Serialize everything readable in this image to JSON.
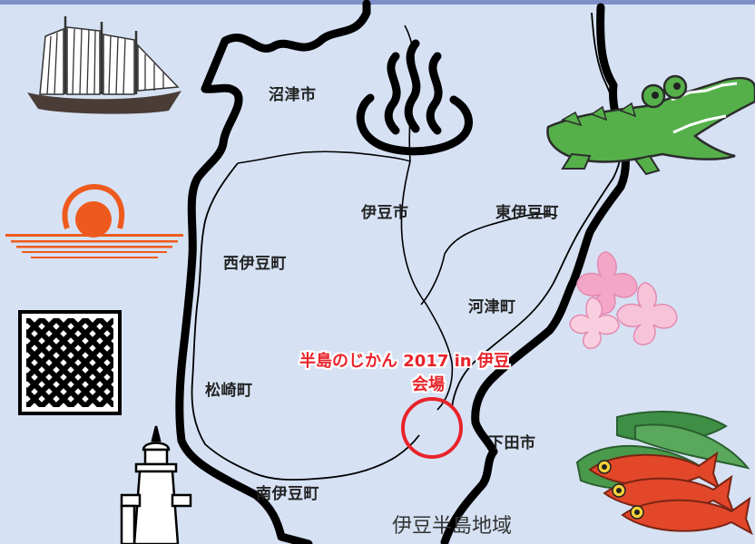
{
  "map": {
    "region_title": "伊豆半島地域",
    "areas": {
      "numazu": "沼津市",
      "izu": "伊豆市",
      "higashiizu": "東伊豆町",
      "nishiizu": "西伊豆町",
      "kawazu": "河津町",
      "matsuzaki": "松崎町",
      "shimoda": "下田市",
      "minamiizu": "南伊豆町"
    },
    "venue": {
      "line1": "半島のじかん 2017 in 伊豆",
      "line2": "会場"
    }
  },
  "illustrations": {
    "sailing_ship": "sailing-ship-icon",
    "hot_spring": "hot-spring-icon",
    "crocodile": "crocodile-icon",
    "sunrise": "sunrise-icon",
    "cherry_blossom": "cherry-blossom-icon",
    "lattice": "namako-wall-icon",
    "lighthouse": "lighthouse-icon",
    "fish": "kinmedai-fish-icon"
  },
  "colors": {
    "background": "#d6e2f4",
    "venue_red": "#e8232a",
    "sun_orange": "#ee5a1e",
    "croc_green": "#4caf3f",
    "blossom_pink": "#f7b9d2",
    "fish_red": "#e2472a"
  }
}
